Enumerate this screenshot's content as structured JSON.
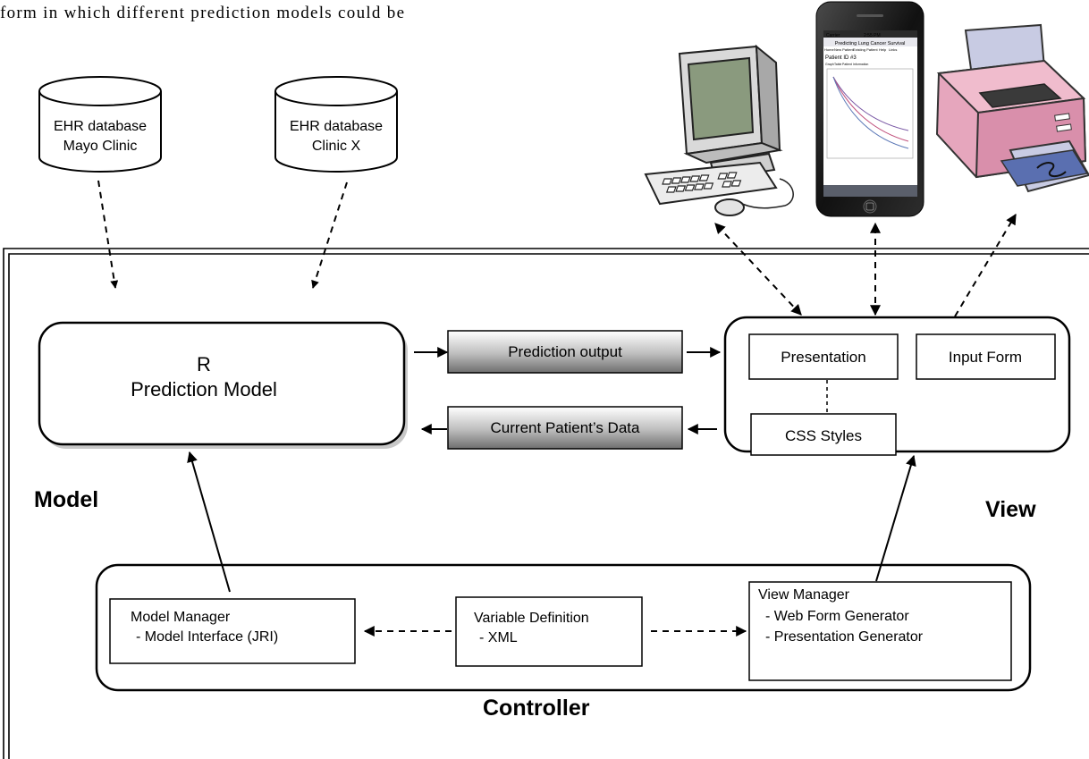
{
  "header_text": "form in which different prediction models could be",
  "databases": [
    {
      "line1": "EHR database",
      "line2": "Mayo Clinic"
    },
    {
      "line1": "EHR database",
      "line2": "Clinic X"
    }
  ],
  "model_box": {
    "line1": "R",
    "line2": "Prediction Model"
  },
  "flows": {
    "prediction_output": "Prediction output",
    "patient_data": "Current Patient’s Data"
  },
  "view_box": {
    "presentation": "Presentation",
    "input_form": "Input Form",
    "css_styles": "CSS Styles"
  },
  "sections": {
    "model": "Model",
    "view": "View",
    "controller": "Controller"
  },
  "controller": {
    "model_manager": {
      "title": "Model Manager",
      "items": [
        "- Model Interface (JRI)"
      ]
    },
    "variable_definition": {
      "title": "Variable Definition",
      "items": [
        "- XML"
      ]
    },
    "view_manager": {
      "title": "View Manager",
      "items": [
        "- Web Form Generator",
        "- Presentation Generator"
      ]
    }
  },
  "phone": {
    "status_carrier": "Carrier",
    "status_time": "2:55 PM",
    "title": "Predicting Lung Cancer Survival",
    "nav": [
      "Home",
      "New Patient",
      "Existing Patient",
      "Help",
      "Links"
    ],
    "patient_id": "Patient ID #3",
    "tabs": [
      "Graph",
      "Table",
      "Patient Information"
    ]
  },
  "colors": {
    "screen_green": "#8a9a7e",
    "phone_body": "#1a1a1a",
    "printer_body": "#e6a6bd",
    "paper": "#c8cbe3",
    "computer_body": "#ececec"
  }
}
